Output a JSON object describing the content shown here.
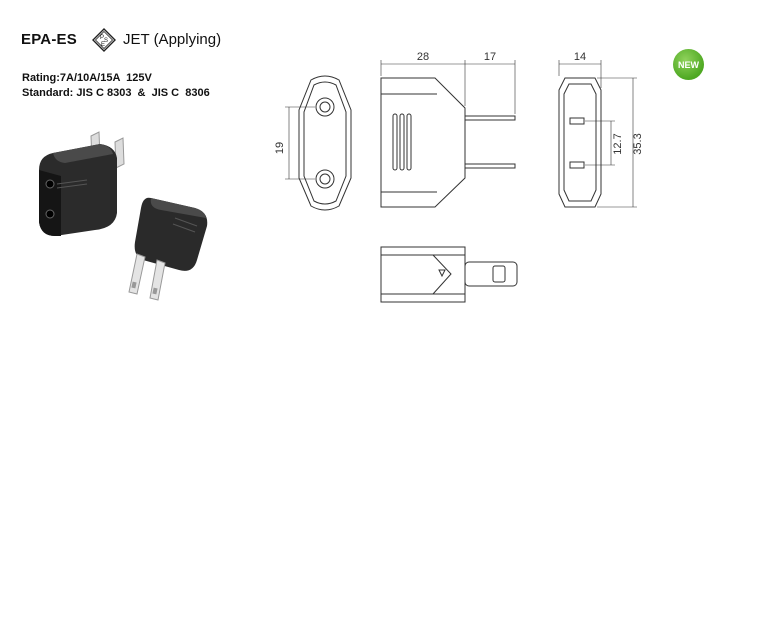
{
  "header": {
    "model": "EPA-ES",
    "pse_mark": "PSE",
    "cert": "JET (Applying)"
  },
  "specs": {
    "rating": "Rating:7A/10A/15A  125V",
    "standard": "Standard: JIS C 8303  &  JIS C  8306"
  },
  "badge": {
    "label": "NEW",
    "color": "#5ab52c"
  },
  "dimensions": {
    "body_length": "28",
    "pin_length": "17",
    "socket_spacing": "19",
    "width": "14",
    "pin_spacing": "12.7",
    "height": "35.3"
  }
}
